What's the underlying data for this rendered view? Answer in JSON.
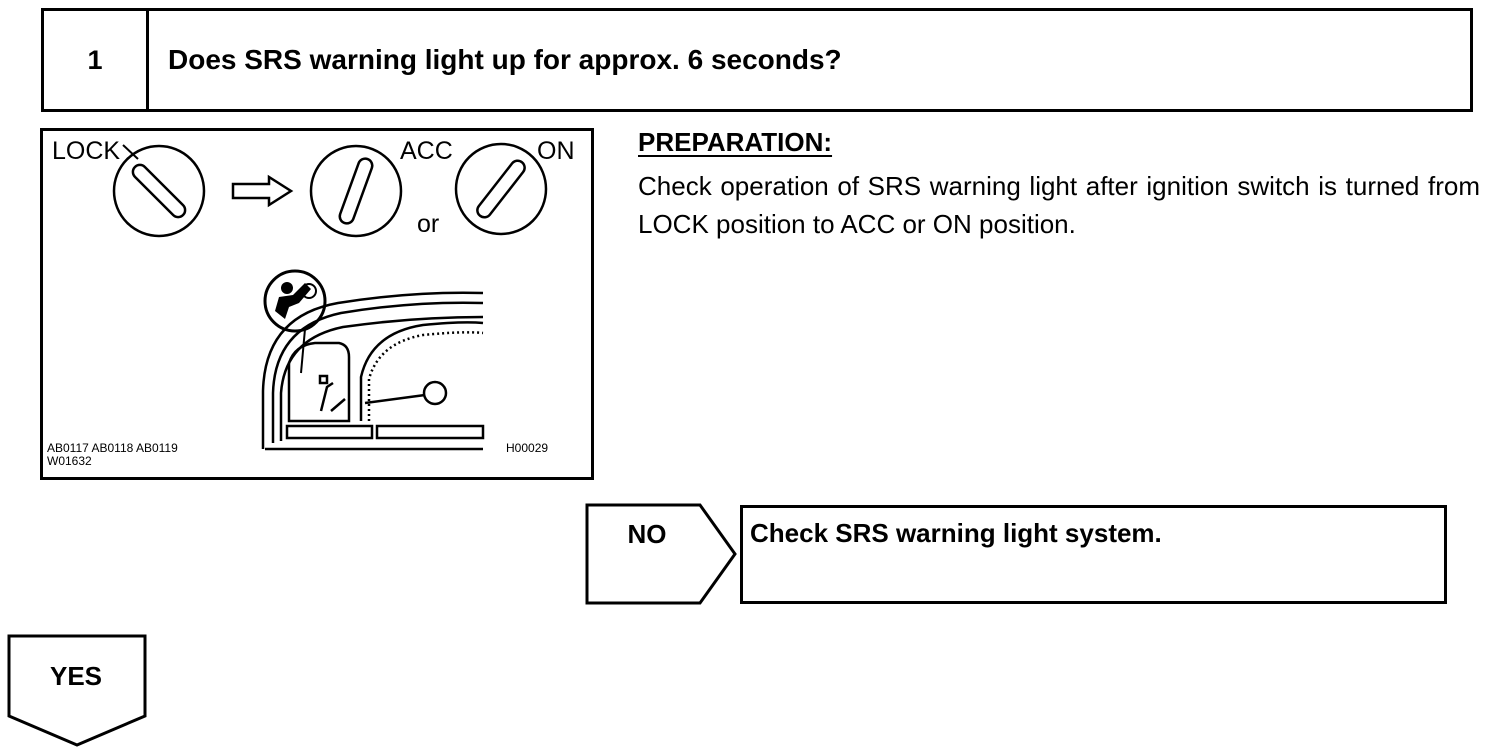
{
  "step": {
    "number": "1",
    "question": "Does SRS warning light up for approx. 6 seconds?"
  },
  "figure": {
    "labels": {
      "lock": "LOCK",
      "acc": "ACC",
      "on": "ON",
      "or": "or"
    },
    "codes": {
      "left_line1": "AB0117  AB0118  AB0119",
      "left_line2": "W01632",
      "right": "H00029"
    }
  },
  "preparation": {
    "heading": "PREPARATION:",
    "text": "Check operation of SRS warning light after ignition switch is turned from LOCK position to ACC or ON position."
  },
  "branches": {
    "no": {
      "label": "NO",
      "result": "Check SRS warning light system."
    },
    "yes": {
      "label": "YES"
    }
  }
}
